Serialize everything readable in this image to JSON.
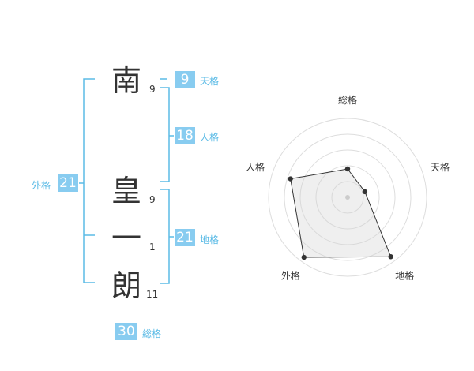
{
  "name_chars": [
    {
      "char": "南",
      "strokes": "9"
    },
    {
      "char": "皇",
      "strokes": "9"
    },
    {
      "char": "一",
      "strokes": "1"
    },
    {
      "char": "朗",
      "strokes": "11"
    }
  ],
  "fortune": {
    "tenkaku": {
      "value": "9",
      "label": "天格"
    },
    "jinkaku": {
      "value": "18",
      "label": "人格"
    },
    "chikaku": {
      "value": "21",
      "label": "地格"
    },
    "gaikaku": {
      "value": "21",
      "label": "外格"
    },
    "soukaku": {
      "value": "30",
      "label": "総格"
    }
  },
  "colors": {
    "accent": "#88ccf0",
    "label": "#5bbbe6",
    "bracket": "#5bbbe6",
    "text": "#333333"
  },
  "chart_data": {
    "type": "radar",
    "axes": [
      "総格",
      "天格",
      "地格",
      "外格",
      "人格"
    ],
    "values": [
      0.36,
      0.23,
      0.93,
      0.94,
      0.76
    ],
    "range": [
      0,
      1
    ],
    "rings": 5
  }
}
